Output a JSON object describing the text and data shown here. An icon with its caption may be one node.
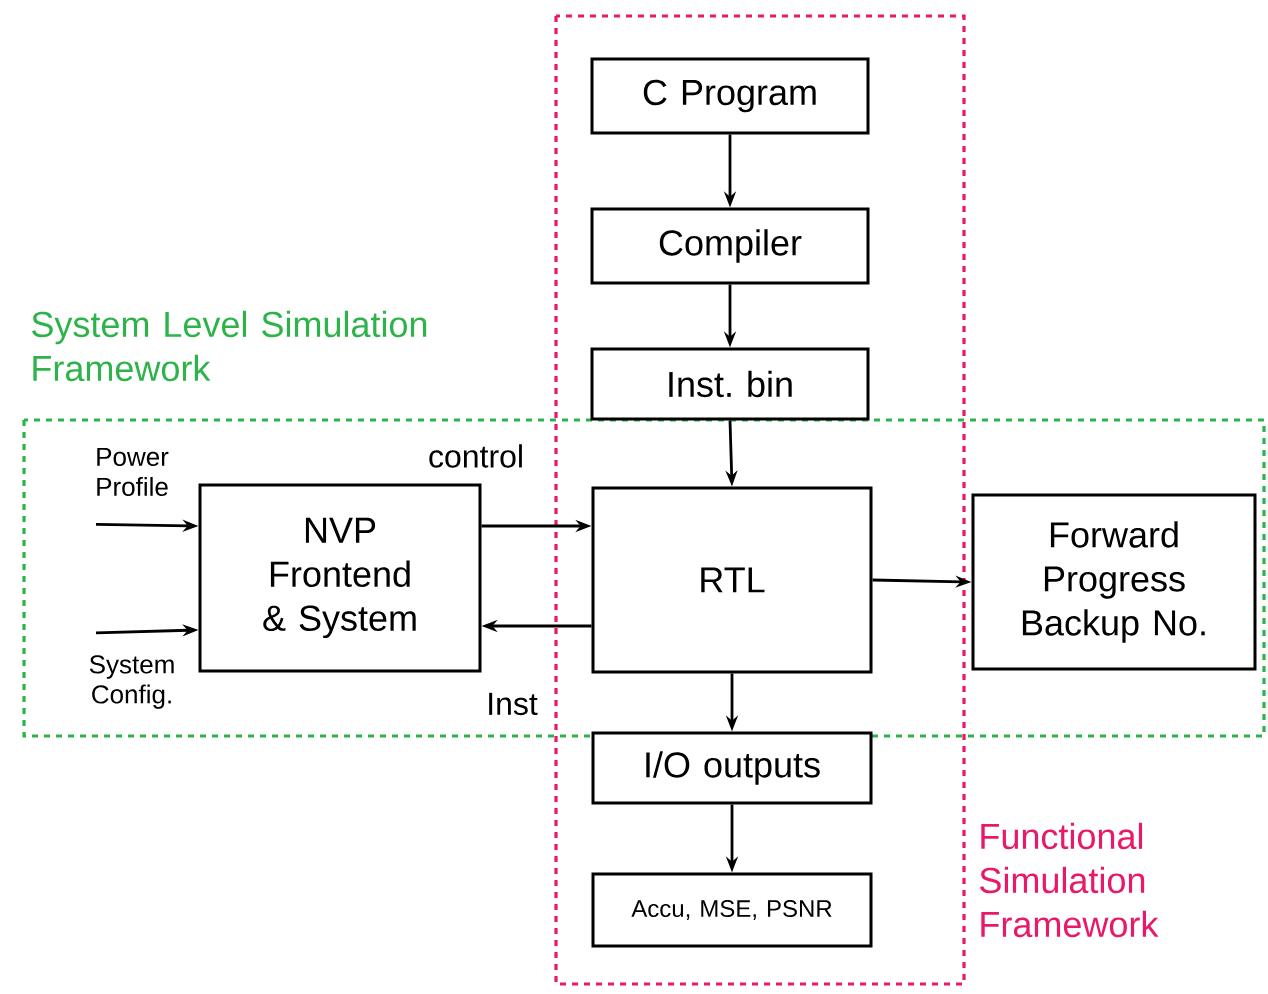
{
  "diagram": {
    "nodes": [
      {
        "text": [
          "Functional Simulation Framework"
        ]
      },
      {
        "text": [
          "System Level Simulation Framework"
        ]
      },
      {
        "text": [
          "C Program"
        ],
        "in": 0
      },
      {
        "text": [
          "Compiler"
        ],
        "in": 0
      },
      {
        "text": [
          "Inst. bin"
        ],
        "in": 0
      },
      {
        "text": [
          "NVP Frontend & System"
        ],
        "in": 1
      },
      {
        "text": [
          "RTL"
        ]
      },
      {
        "text": [
          "Forward Progress Backup No."
        ],
        "in": 1
      },
      {
        "text": [
          "I/O outputs"
        ],
        "in": 0
      },
      {
        "text": [
          "Accu, MSE, PSNR"
        ],
        "in": 0
      },
      {
        "text": [
          "Power Profile"
        ],
        "in": 1
      },
      {
        "text": [
          "System Config."
        ],
        "in": 1
      }
    ],
    "edges": [
      {
        "from": 2,
        "to": 3,
        "arrow": "to"
      },
      {
        "from": 3,
        "to": 4,
        "arrow": "to"
      },
      {
        "from": 4,
        "to": 6,
        "arrow": "to"
      },
      {
        "from": 10,
        "to": 5,
        "arrow": "to"
      },
      {
        "from": 11,
        "to": 5,
        "arrow": "to"
      },
      {
        "from": 5,
        "to": 6,
        "arrow": "to",
        "label": "control"
      },
      {
        "from": 6,
        "to": 5,
        "arrow": "to",
        "label": "Inst"
      },
      {
        "from": 6,
        "to": 7,
        "arrow": "to"
      },
      {
        "from": 6,
        "to": 8,
        "arrow": "to"
      },
      {
        "from": 8,
        "to": 9,
        "arrow": "to"
      }
    ]
  }
}
